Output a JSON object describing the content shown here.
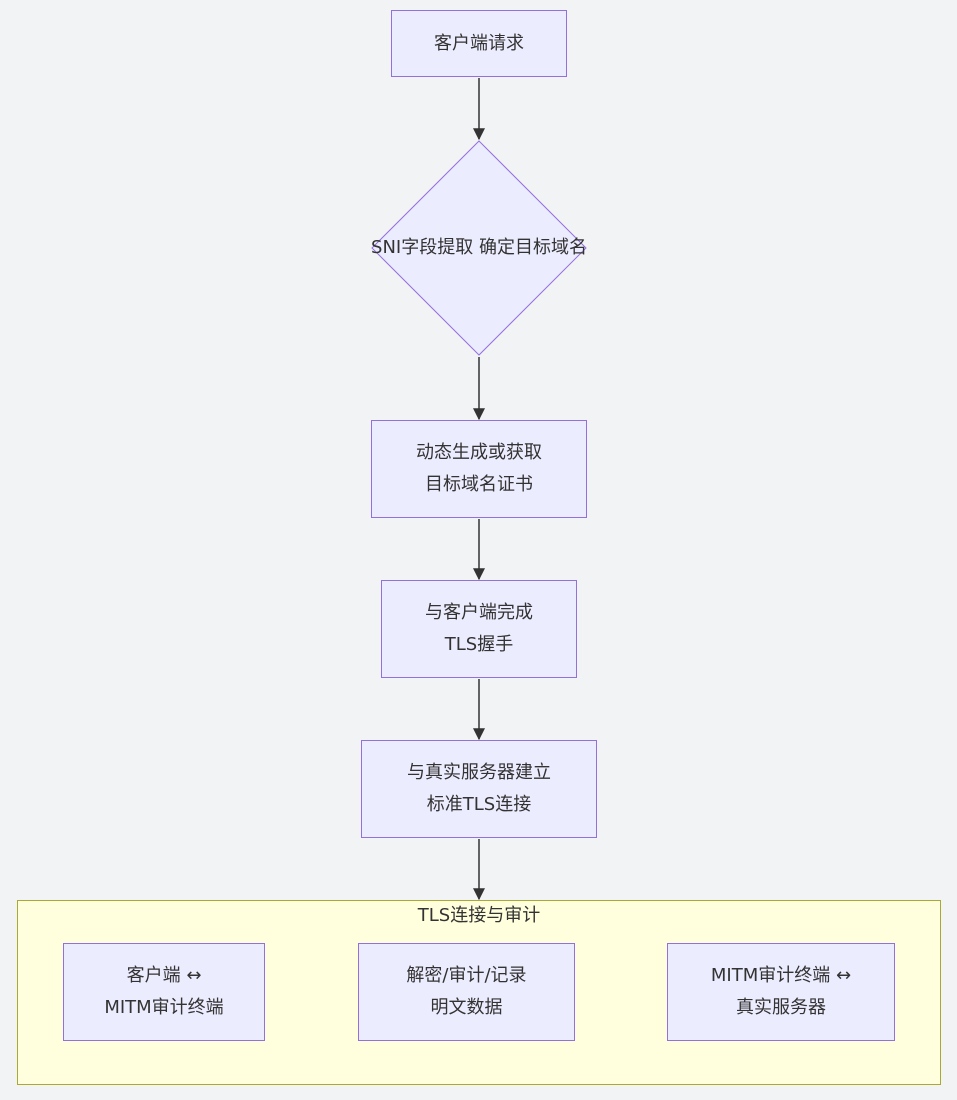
{
  "nodes": {
    "client_request": {
      "lines": [
        "客户端请求"
      ]
    },
    "sni_extract": {
      "lines": [
        "SNI字段提取",
        "确定目标域名"
      ]
    },
    "cert_gen": {
      "lines": [
        "动态生成或获取",
        "目标域名证书"
      ]
    },
    "client_handshake": {
      "lines": [
        "与客户端完成",
        "TLS握手"
      ]
    },
    "server_connect": {
      "lines": [
        "与真实服务器建立",
        "标准TLS连接"
      ]
    }
  },
  "subgraph": {
    "title": "TLS连接与审计",
    "nodes": {
      "client_mitm": {
        "lines": [
          "客户端 ↔",
          "MITM审计终端"
        ]
      },
      "decrypt_audit": {
        "lines": [
          "解密/审计/记录",
          "明文数据"
        ]
      },
      "mitm_server": {
        "lines": [
          "MITM审计终端 ↔",
          "真实服务器"
        ]
      }
    }
  },
  "colors": {
    "background": "#f2f3f5",
    "node_fill": "#ececff",
    "node_border": "#9370db",
    "edge": "#333333",
    "cluster_fill": "#ffffde",
    "cluster_border": "#aaaa33"
  }
}
